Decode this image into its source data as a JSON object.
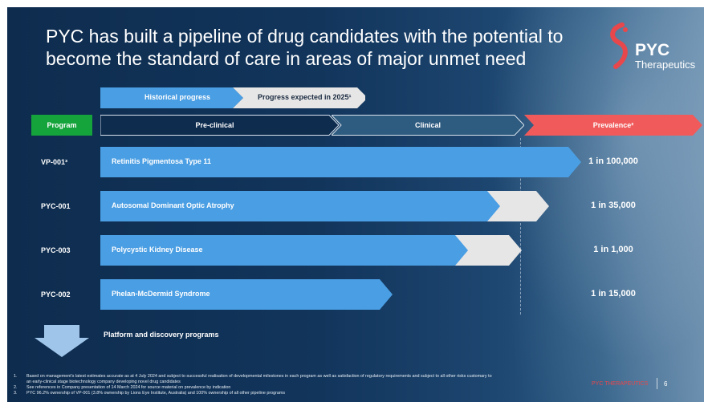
{
  "title": "PYC has built a pipeline of drug candidates with the potential to become the standard of care in areas of major unmet need",
  "logo": {
    "name": "PYC",
    "subtitle": "Therapeutics"
  },
  "legend": {
    "historical": "Historical progress",
    "expected": "Progress expected in 2025¹"
  },
  "headers": {
    "program": "Program",
    "preclinical": "Pre-clinical",
    "clinical": "Clinical",
    "prevalence": "Prevalence²"
  },
  "rows": [
    {
      "program": "VP-001³",
      "indication": "Retinitis Pigmentosa Type 11",
      "prevalence": "1 in 100,000",
      "historical_end": 0.87,
      "expected_end": 0.87
    },
    {
      "program": "PYC-001",
      "indication": "Autosomal Dominant Optic Atrophy",
      "prevalence": "1 in 35,000",
      "historical_end": 0.72,
      "expected_end": 0.81
    },
    {
      "program": "PYC-003",
      "indication": "Polycystic Kidney Disease",
      "prevalence": "1 in 1,000",
      "historical_end": 0.66,
      "expected_end": 0.76
    },
    {
      "program": "PYC-002",
      "indication": "Phelan-McDermid Syndrome",
      "prevalence": "1 in 15,000",
      "historical_end": 0.52,
      "expected_end": 0.52
    }
  ],
  "platform": "Platform and discovery programs",
  "footnotes": [
    {
      "n": "1.",
      "text": "Based on management's latest estimates accurate as at 4 July 2024 and subject to successful realisation of developmental milestones in each program as well as satisfaction of regulatory requirements and subject to all other risks customary to an early-clinical stage biotechnology company developing novel drug candidates"
    },
    {
      "n": "2.",
      "text": "See references in Company presentation of 14 March 2024 for source material on prevalence by indication"
    },
    {
      "n": "3.",
      "text": "PYC 96.2% ownership of VP-001 (3.8% ownership by Lions Eye Institute, Australia) and 100% ownership of all other pipeline programs"
    }
  ],
  "footer": {
    "brand": "PYC THERAPEUTICS",
    "page": "6"
  },
  "colors": {
    "historical": "#4a9ee3",
    "expected": "#e6e6e6",
    "program": "#15a33c",
    "prevalence": "#f05a5a",
    "brand_red": "#e8474b"
  }
}
